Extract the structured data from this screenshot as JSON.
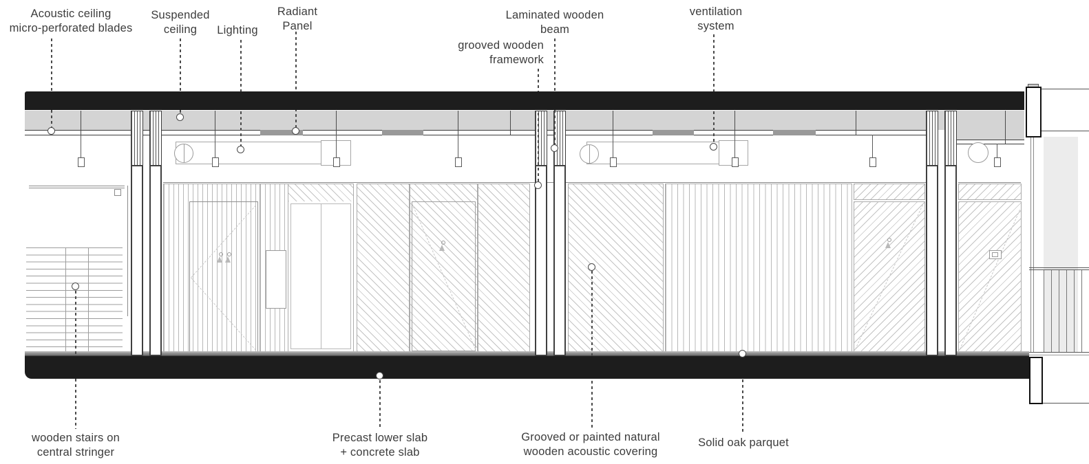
{
  "drawing_type": "architectural-cross-section",
  "annotations": {
    "acoustic_ceiling": {
      "text": "Acoustic ceiling\nmicro-perforated blades"
    },
    "suspended_ceiling": {
      "text": "Suspended\nceiling"
    },
    "lighting": {
      "text": "Lighting"
    },
    "radiant_panel": {
      "text": "Radiant\nPanel"
    },
    "grooved_framework": {
      "text": "grooved wooden\nframework"
    },
    "laminated_beam": {
      "text": "Laminated wooden\nbeam"
    },
    "ventilation_system": {
      "text": "ventilation\nsystem"
    },
    "wooden_stairs": {
      "text": "wooden stairs on\ncentral stringer"
    },
    "precast_slab": {
      "text": "Precast lower slab\n+ concrete slab"
    },
    "acoustic_covering": {
      "text": "Grooved or painted natural\nwooden acoustic covering"
    },
    "oak_parquet": {
      "text": "Solid oak parquet"
    }
  },
  "colors": {
    "slab": "#1d1d1d",
    "plenum": "#d4d4d4",
    "radiant_panel": "#999999",
    "label_text": "#3c3c3c",
    "leader": "#4a4a4a",
    "exterior_band": "#ececec",
    "hatch_line": "#c3c3c3",
    "groove_line": "#b8b8b8",
    "bar_outline": "#3f3f3f"
  }
}
